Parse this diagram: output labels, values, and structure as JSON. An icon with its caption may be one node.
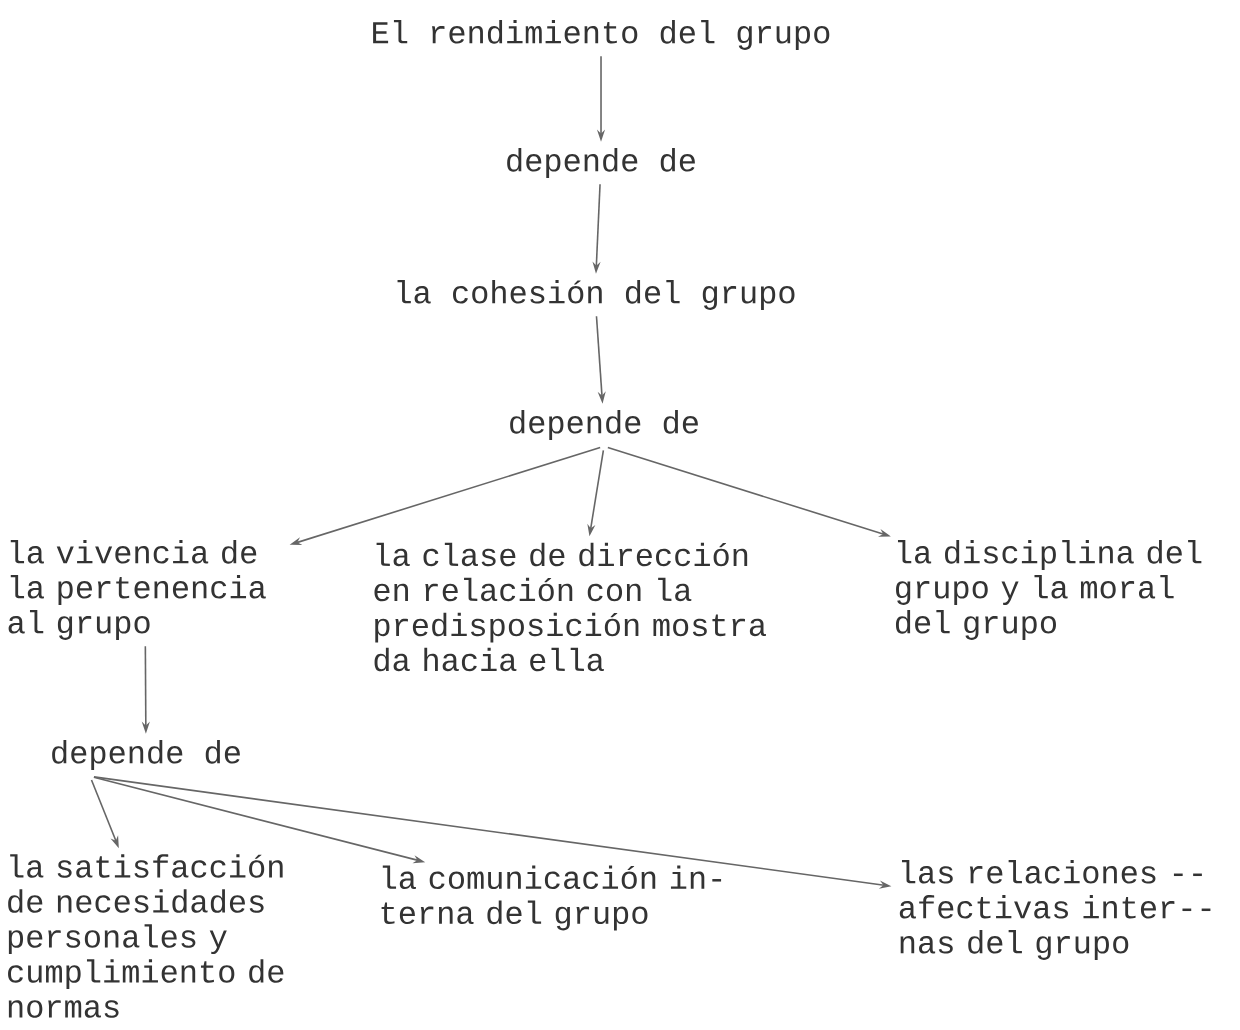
{
  "diagram": {
    "nodes": [
      {
        "text": [
          "El rendimiento del grupo"
        ]
      },
      {
        "text": [
          "depende de"
        ]
      },
      {
        "text": [
          "la cohesión del grupo"
        ]
      },
      {
        "text": [
          "depende de"
        ]
      },
      {
        "text": [
          "la vivencia de la pertenencia al grupo"
        ]
      },
      {
        "text": [
          "la clase de dirección en relación con la predisposición mostra da hacia ella"
        ]
      },
      {
        "text": [
          "la disciplina del grupo y la moral del grupo"
        ]
      },
      {
        "text": [
          "depende de"
        ]
      },
      {
        "text": [
          "la satisfacción de necesidades personales y cumplimiento de normas"
        ]
      },
      {
        "text": [
          "la comunicación in- terna del grupo"
        ]
      },
      {
        "text": [
          "las relaciones -- afectivas inter-- nas del grupo"
        ]
      }
    ],
    "edges": [
      {
        "from": 0,
        "to": 1,
        "arrow": "to"
      },
      {
        "from": 1,
        "to": 2,
        "arrow": "to"
      },
      {
        "from": 2,
        "to": 3,
        "arrow": "to"
      },
      {
        "from": 3,
        "to": 4,
        "arrow": "to"
      },
      {
        "from": 3,
        "to": 5,
        "arrow": "to"
      },
      {
        "from": 3,
        "to": 6,
        "arrow": "to"
      },
      {
        "from": 4,
        "to": 7,
        "arrow": "to"
      },
      {
        "from": 7,
        "to": 8,
        "arrow": "to"
      },
      {
        "from": 7,
        "to": 9,
        "arrow": "to"
      },
      {
        "from": 7,
        "to": 10,
        "arrow": "to"
      }
    ]
  }
}
